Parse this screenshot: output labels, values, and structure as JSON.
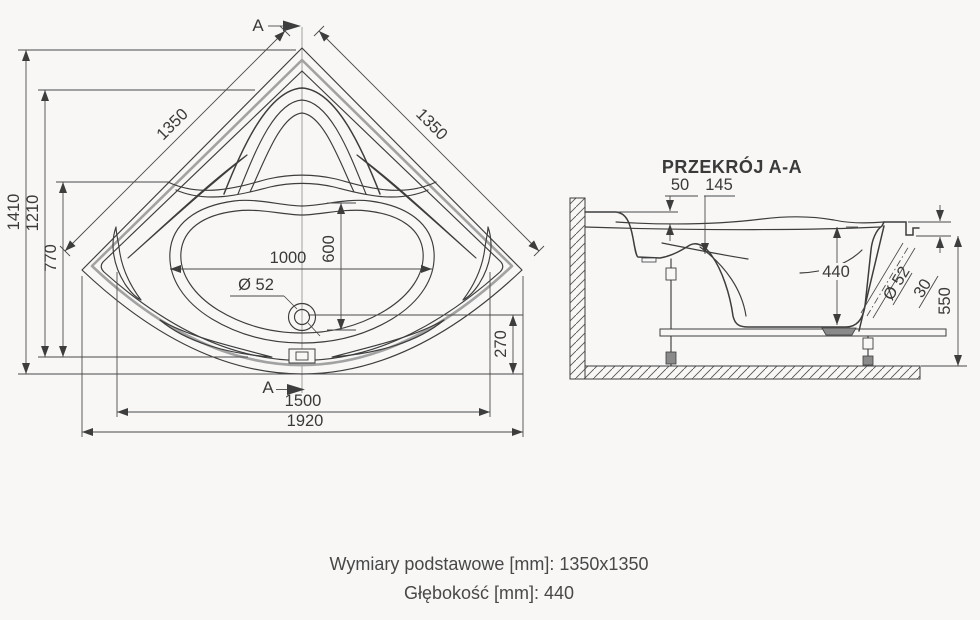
{
  "drawing": {
    "background": "#f8f7f6",
    "ink_color": "#3d3d3d",
    "edge_gray_color": "#a2a2a2",
    "plan": {
      "marker_top": "A",
      "marker_bottom": "A",
      "dim_edge_left": "1350",
      "dim_edge_right": "1350",
      "dim_total_height": "1410",
      "dim_inner_height": "1210",
      "dim_corner_height": "770",
      "dim_basin_width": "1000",
      "dim_basin_depth": "600",
      "dim_drain": "Ø 52",
      "dim_drain_offset": "270",
      "dim_front_width": "1500",
      "dim_overall_width": "1920"
    },
    "section": {
      "title": "PRZEKRÓJ A-A",
      "dim_rim_drop": "50",
      "dim_seat": "145",
      "dim_depth": "440",
      "dim_pipe": "Ø 52",
      "dim_lip": "30",
      "dim_height": "550"
    },
    "caption": {
      "line1": "Wymiary podstawowe [mm]: 1350x1350",
      "line2": "Głębokość [mm]: 440"
    }
  }
}
